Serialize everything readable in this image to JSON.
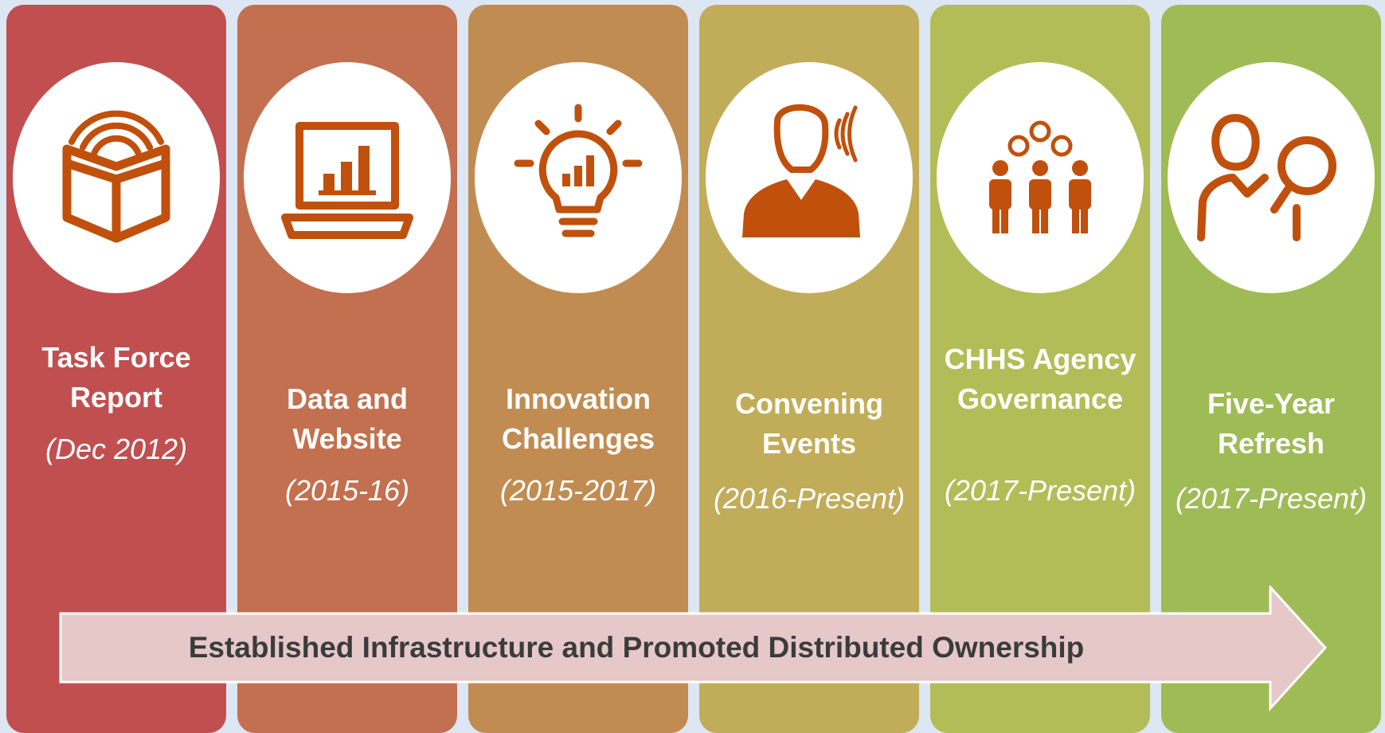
{
  "colors": {
    "background": "#dde6f3",
    "icon": "#c0500c",
    "arrow_fill": "#e6c8c9",
    "arrow_stroke": "#ffffff"
  },
  "columns": [
    {
      "title": "Task Force Report",
      "date": "(Dec 2012)",
      "icon": "book-icon",
      "color": "#c14f50"
    },
    {
      "title": "Data and Website",
      "date": "(2015-16)",
      "icon": "laptop-chart-icon",
      "color": "#c2704f"
    },
    {
      "title": "Innovation Challenges",
      "date": "(2015-2017)",
      "icon": "lightbulb-chart-icon",
      "color": "#c08c52"
    },
    {
      "title": "Convening Events",
      "date": "(2016-Present)",
      "icon": "speaker-icon",
      "color": "#c1ac59"
    },
    {
      "title": "CHHS Agency Governance",
      "date": "(2017-Present)",
      "icon": "people-group-icon",
      "color": "#b3bd58"
    },
    {
      "title": "Five-Year Refresh",
      "date": "(2017-Present)",
      "icon": "person-magnifier-icon",
      "color": "#9fbb56"
    }
  ],
  "arrow": {
    "label": "Established Infrastructure and Promoted Distributed Ownership"
  }
}
